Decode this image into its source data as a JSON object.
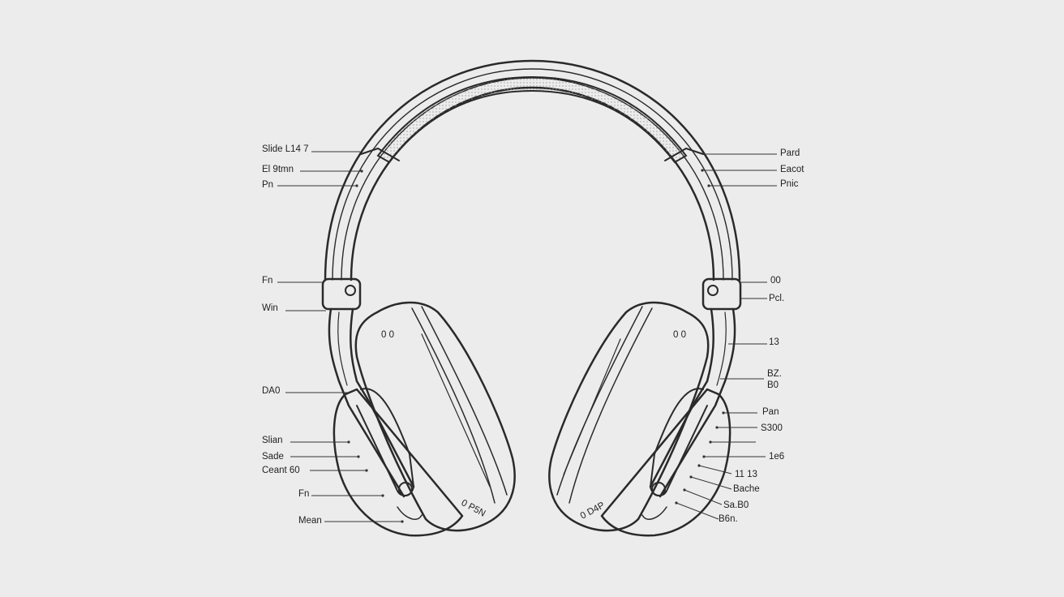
{
  "colors": {
    "background": "#ececec",
    "ink": "#2a2a2a",
    "headband_fill": "#d9d9d9"
  },
  "labels": {
    "left": [
      "Slide  L14 7",
      "El 9tmn",
      "Pn",
      "Fn",
      "Win",
      "DA0",
      "Slian",
      "Sade",
      "Ceant  60",
      "Fn",
      "Mean"
    ],
    "right": [
      "Pard",
      "Eacot",
      "Pnic",
      "00",
      "Pcl.",
      "13",
      "BZ.",
      "B0",
      "Pan",
      "S300",
      "1e6",
      "11    13",
      "Bache",
      "Sa.B0",
      "B6n."
    ]
  },
  "ear_marks": {
    "left_top": "0 0",
    "left_bottom": "0 P5N",
    "right_top": "0 0",
    "right_bottom": "0 D4P"
  }
}
